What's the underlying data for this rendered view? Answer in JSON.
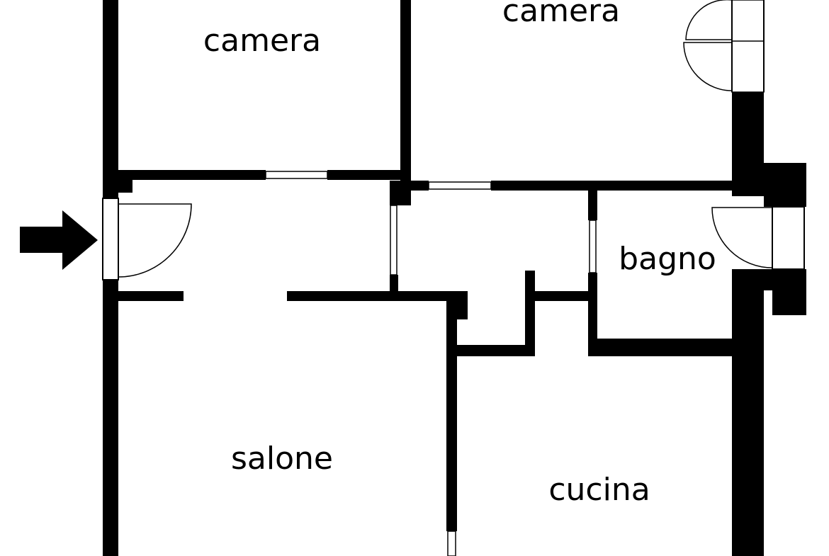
{
  "colors": {
    "wall": "#000000",
    "background": "#ffffff",
    "door_line": "#000000"
  },
  "entrance": {
    "icon": "arrow-right-icon"
  },
  "rooms": {
    "camera_left": {
      "label": "camera"
    },
    "camera_right": {
      "label": "camera"
    },
    "bagno": {
      "label": "bagno"
    },
    "salone": {
      "label": "salone"
    },
    "cucina": {
      "label": "cucina"
    }
  }
}
